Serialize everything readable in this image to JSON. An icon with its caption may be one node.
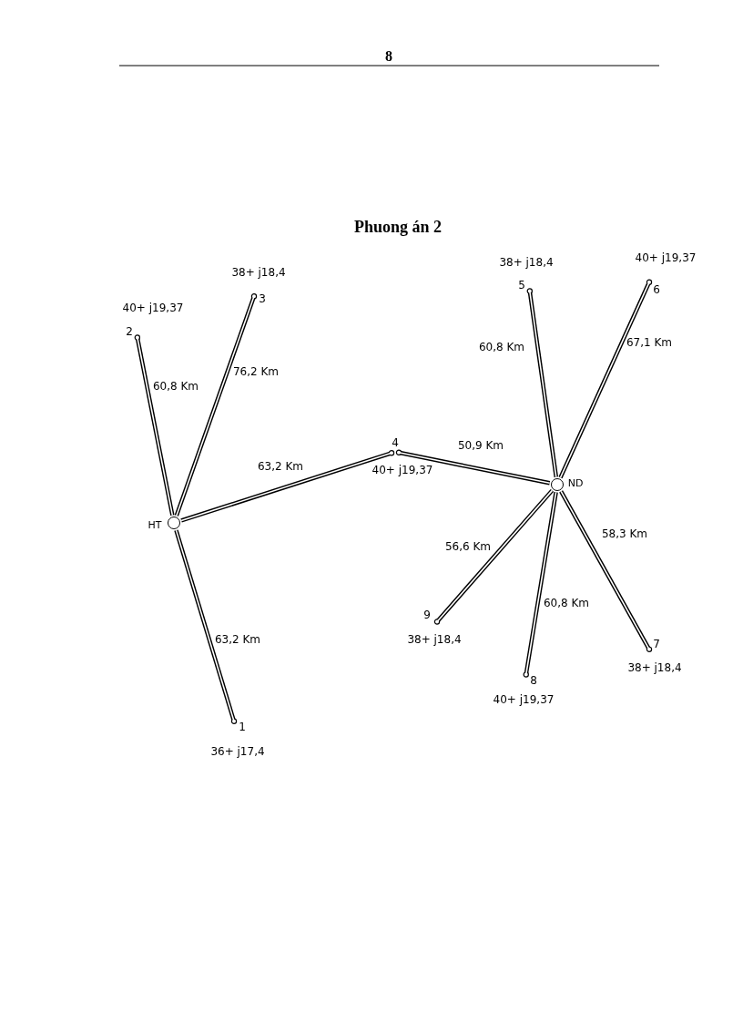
{
  "diagram": {
    "title": "Phuong án 2",
    "nodes": [
      {
        "text": [],
        "shape": "circle",
        "beside": [
          "HT"
        ]
      },
      {
        "text": [],
        "shape": "circle",
        "beside": [
          "ND"
        ]
      },
      {
        "text": [
          "1"
        ],
        "beside": [
          "36+ j17,4"
        ]
      },
      {
        "text": [
          "2"
        ],
        "beside": [
          "40+ j19,37"
        ]
      },
      {
        "text": [
          "3"
        ],
        "beside": [
          "38+ j18,4"
        ]
      },
      {
        "text": [
          "4"
        ],
        "beside": [
          "40+ j19,37"
        ]
      },
      {
        "text": [
          "5"
        ],
        "beside": [
          "38+ j18,4"
        ]
      },
      {
        "text": [
          "6"
        ],
        "beside": [
          "40+ j19,37"
        ]
      },
      {
        "text": [
          "7"
        ],
        "beside": [
          "38+ j18,4"
        ]
      },
      {
        "text": [
          "8"
        ],
        "beside": [
          "40+ j19,37"
        ]
      },
      {
        "text": [
          "9"
        ],
        "beside": [
          "38+ j18,4"
        ]
      }
    ],
    "edges": [
      {
        "from": 0,
        "to": 3,
        "arrow": "other",
        "label": "60,8 Km"
      },
      {
        "from": 0,
        "to": 4,
        "arrow": "other",
        "label": "76,2 Km"
      },
      {
        "from": 0,
        "to": 5,
        "arrow": "other",
        "label": "63,2 Km"
      },
      {
        "from": 0,
        "to": 2,
        "arrow": "other",
        "label": "63,2 Km"
      },
      {
        "from": 5,
        "to": 1,
        "arrow": "other",
        "label": "50,9 Km"
      },
      {
        "from": 1,
        "to": 6,
        "arrow": "other",
        "label": "60,8 Km"
      },
      {
        "from": 1,
        "to": 7,
        "arrow": "other",
        "label": "67,1 Km"
      },
      {
        "from": 1,
        "to": 10,
        "arrow": "other",
        "label": "56,6 Km"
      },
      {
        "from": 1,
        "to": 9,
        "arrow": "other",
        "label": "60,8 Km"
      },
      {
        "from": 1,
        "to": 8,
        "arrow": "other",
        "label": "58,3 Km"
      }
    ],
    "labels": [
      "8"
    ]
  }
}
